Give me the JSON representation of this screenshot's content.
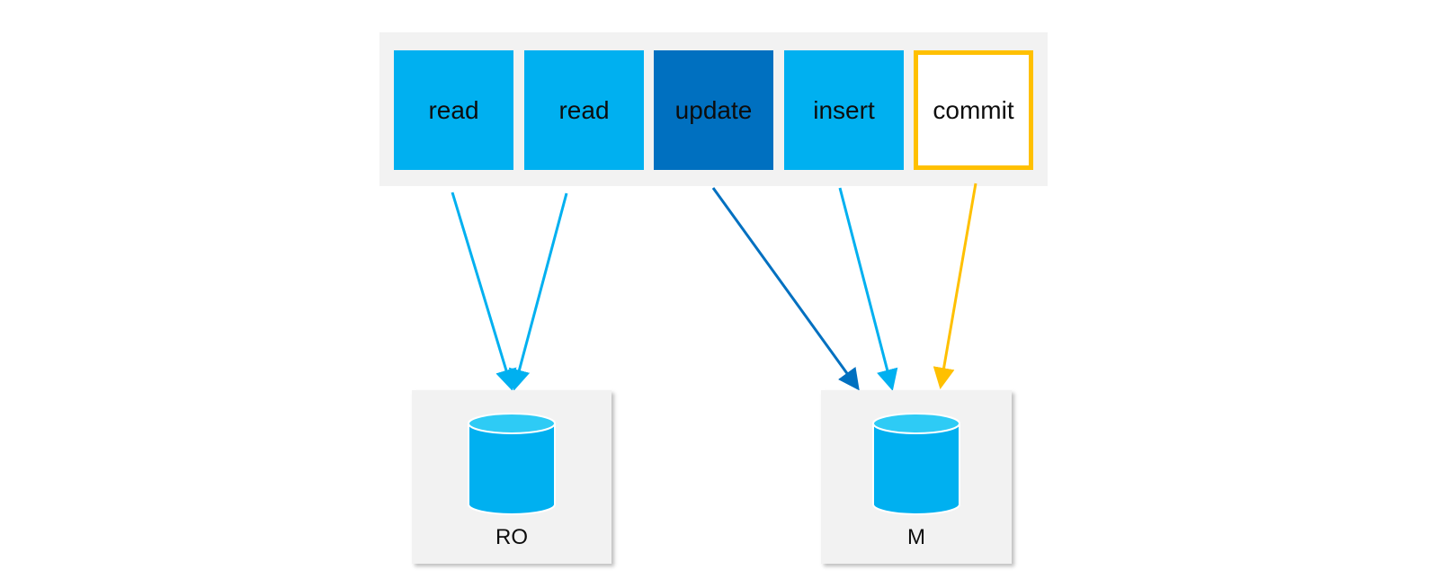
{
  "operations": [
    {
      "label": "read",
      "kind": "read"
    },
    {
      "label": "read",
      "kind": "read"
    },
    {
      "label": "update",
      "kind": "update"
    },
    {
      "label": "insert",
      "kind": "insert"
    },
    {
      "label": "commit",
      "kind": "commit"
    }
  ],
  "databases": [
    {
      "label": "RO"
    },
    {
      "label": "M"
    }
  ],
  "colors": {
    "light_blue": "#00b0f0",
    "dark_blue": "#0070c0",
    "commit_border": "#ffc000",
    "panel_bg": "#f2f2f2",
    "cylinder_top": "#2ecbf5"
  },
  "routes": [
    {
      "from": "read",
      "to": "RO"
    },
    {
      "from": "read",
      "to": "RO"
    },
    {
      "from": "update",
      "to": "M"
    },
    {
      "from": "insert",
      "to": "M"
    },
    {
      "from": "commit",
      "to": "M"
    }
  ]
}
